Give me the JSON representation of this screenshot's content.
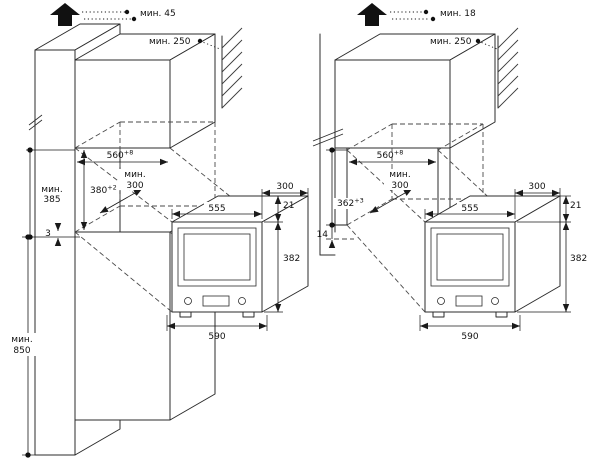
{
  "diagram": {
    "left": {
      "top_clearance": "мин. 45",
      "wall_clearance": "мин. 250",
      "niche_width": "560",
      "niche_width_tol": "+8",
      "niche_depth_min_line1": "мин.",
      "niche_depth_min_line2": "300",
      "niche_height": "380",
      "niche_height_tol": "+2",
      "min_niche_total_line1": "мин.",
      "min_niche_total_line2": "385",
      "bottom_gap": "3",
      "appliance_depth": "300",
      "door_overhang": "21",
      "appliance_width": "555",
      "appliance_height": "382",
      "overall_width": "590",
      "min_floor_height_line1": "мин.",
      "min_floor_height_line2": "850"
    },
    "right": {
      "top_clearance": "мин. 18",
      "wall_clearance": "мин. 250",
      "niche_width": "560",
      "niche_width_tol": "+8",
      "niche_depth_min_line1": "мин.",
      "niche_depth_min_line2": "300",
      "niche_height": "362",
      "niche_height_tol": "+3",
      "bottom_gap": "14",
      "appliance_depth": "300",
      "door_overhang": "21",
      "appliance_width": "555",
      "appliance_height": "382",
      "overall_width": "590"
    }
  }
}
